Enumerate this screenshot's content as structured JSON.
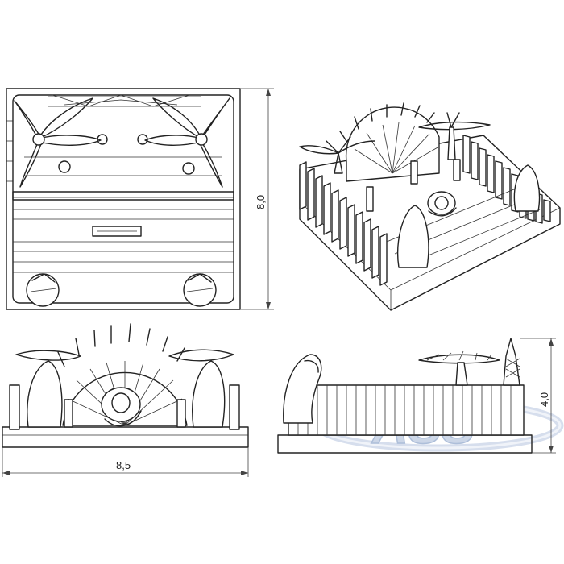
{
  "dimensions": {
    "depth": "8,0",
    "width": "8,5",
    "height": "4,0"
  },
  "watermark": {
    "text": "ASS"
  },
  "colors": {
    "line": "#222222",
    "watermark": "#cdd8ea"
  }
}
